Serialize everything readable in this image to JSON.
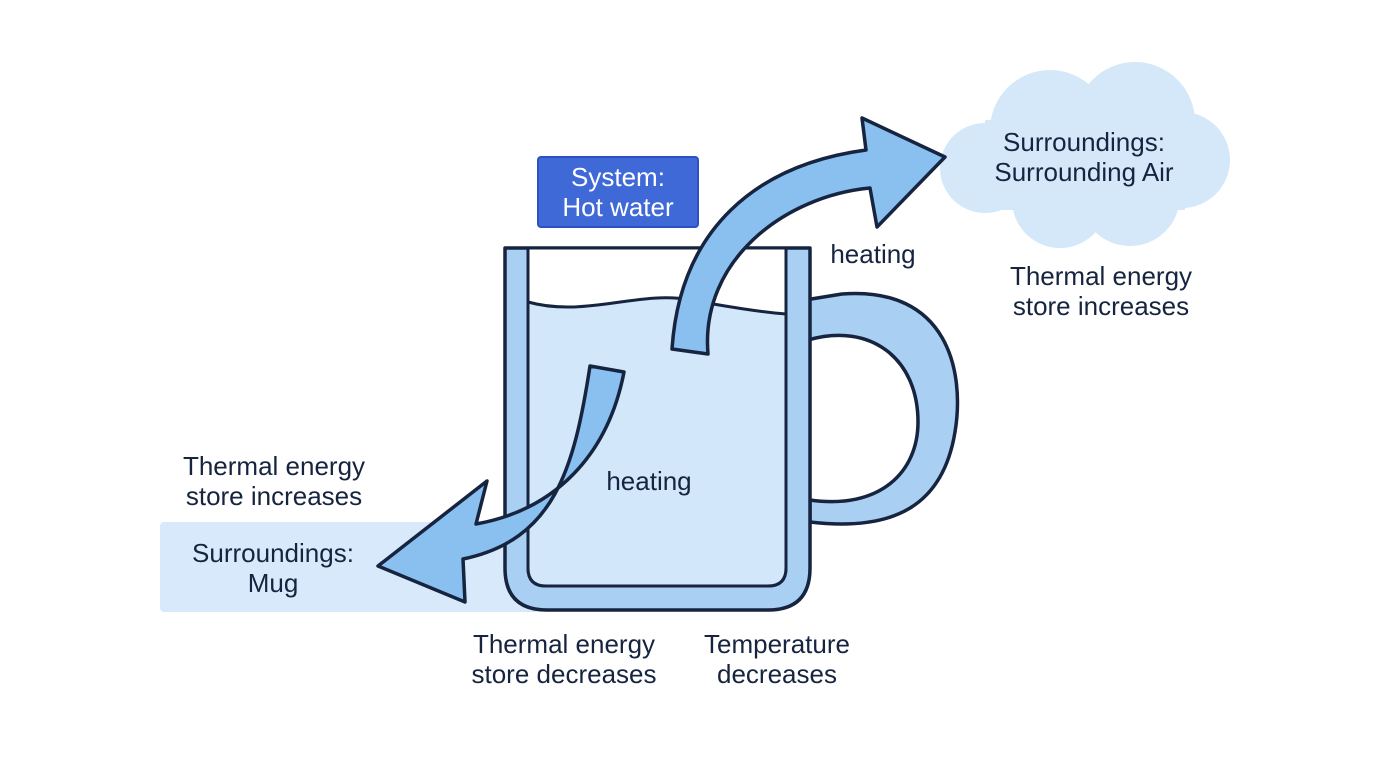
{
  "system": {
    "line1": "System:",
    "line2": "Hot water"
  },
  "surroundings_air": {
    "line1": "Surroundings:",
    "line2": "Surrounding Air"
  },
  "surroundings_mug": {
    "line1": "Surroundings:",
    "line2": "Mug"
  },
  "arrows": {
    "air_label": "heating",
    "mug_label": "heating"
  },
  "air_effect": {
    "line1": "Thermal energy",
    "line2": "store increases"
  },
  "mug_effect": {
    "line1": "Thermal energy",
    "line2": "store increases"
  },
  "water_store": {
    "line1": "Thermal energy",
    "line2": "store decreases"
  },
  "water_temperature": {
    "line1": "Temperature",
    "line2": "decreases"
  },
  "colors": {
    "outline": "#16243f",
    "mug_fill": "#a9d0f2",
    "water_fill": "#d2e7fa",
    "arrow_fill": "#89c0ef",
    "cloud_fill": "#d4e8fa",
    "mug_label_bg": "#d7e9fa",
    "system_box": "#3f69d6"
  }
}
